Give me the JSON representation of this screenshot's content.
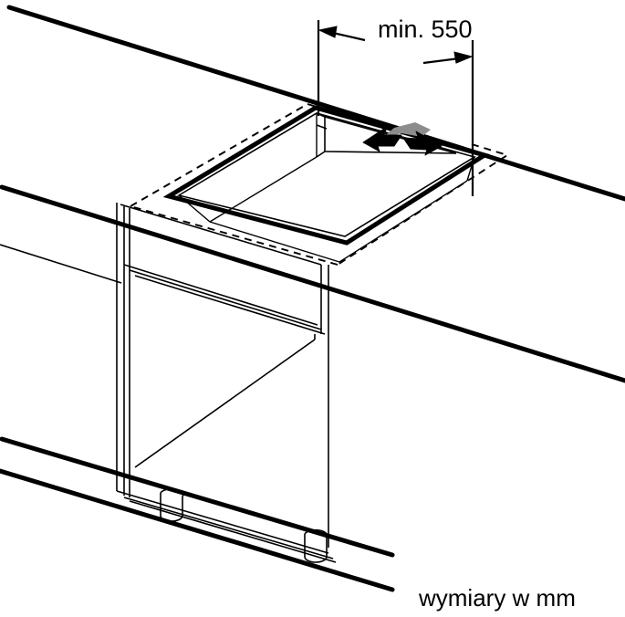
{
  "diagram": {
    "type": "isometric-installation-drawing",
    "subject": "cooktop cutout in kitchen worktop over base cabinet",
    "dimension_label": "min. 550",
    "units_caption": "wymiary w mm",
    "stroke_color": "#000000",
    "background_color": "#ffffff",
    "arrow_shade_color": "#8c8c8c",
    "annotations": {
      "dimension_value": "550",
      "dimension_prefix": "min.",
      "units": "mm"
    },
    "elements": {
      "worktop": "worktop-surface",
      "cutout": "cooktop-cutout",
      "appliance_outline": "appliance-footprint-dashed",
      "cabinet": "base-cabinet",
      "feet": "cabinet-feet",
      "floor": "floor-lines",
      "airflow_arrow": "double-headed-arrow"
    }
  }
}
